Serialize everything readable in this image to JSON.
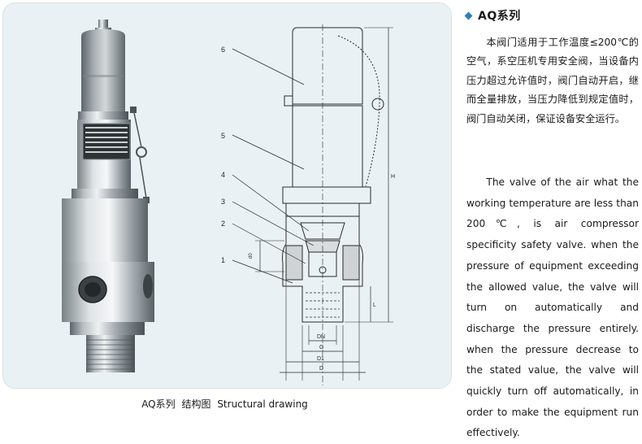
{
  "header": {
    "title": "AQ系列"
  },
  "description": {
    "chinese": "本阀门适用于工作温度≤200℃的空气，系空压机专用安全阀，当设备内压力超过允许值时，阀门自动开启，继而全量排放，当压力降低到规定值时，阀门自动关闭，保证设备安全运行。",
    "english": "The valve of the air what the working temperature are less than 200℃, is air compressor specificity safety valve. when the pressure of equipment exceeding the allowed value, the valve will turn on automatically and discharge the pressure entirely. when the pressure decrease to the stated value, the valve will quickly turn off automatically, in order to make the equipment run effectively."
  },
  "caption": {
    "series": "AQ系列",
    "cn": "结构图",
    "en": "Structural drawing"
  },
  "drawing": {
    "parts": [
      "1",
      "2",
      "3",
      "4",
      "5",
      "6"
    ],
    "dims": {
      "height": "H",
      "length": "L",
      "nominal": "DN",
      "thread": "G",
      "d1": "D1",
      "d": "D",
      "seat": "d0"
    }
  },
  "colors": {
    "accent": "#2f7fb6",
    "panel": "#eaf1f5"
  }
}
